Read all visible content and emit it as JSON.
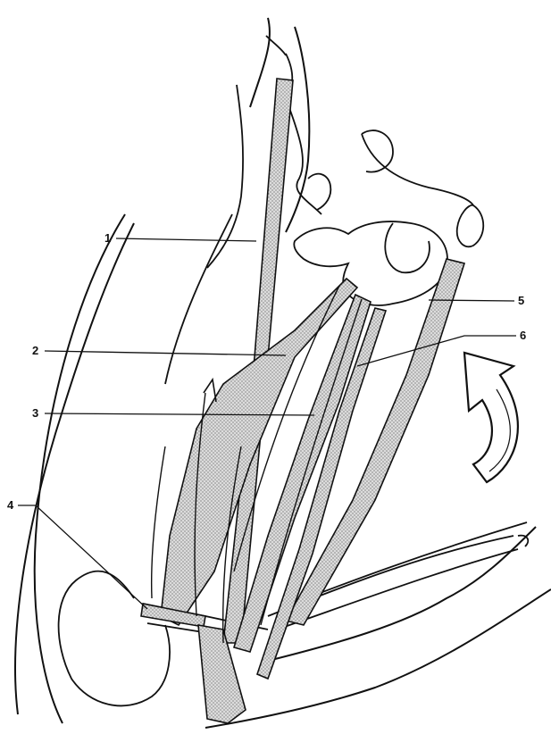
{
  "labels": {
    "one": "1",
    "two": "2",
    "three": "3",
    "four": "4",
    "five": "5",
    "six": "6"
  },
  "colors": {
    "ink": "#111111",
    "muscle_fill": "#d4d4d4",
    "background": "#ffffff"
  },
  "arrow_icon": "curved-arrow-icon"
}
